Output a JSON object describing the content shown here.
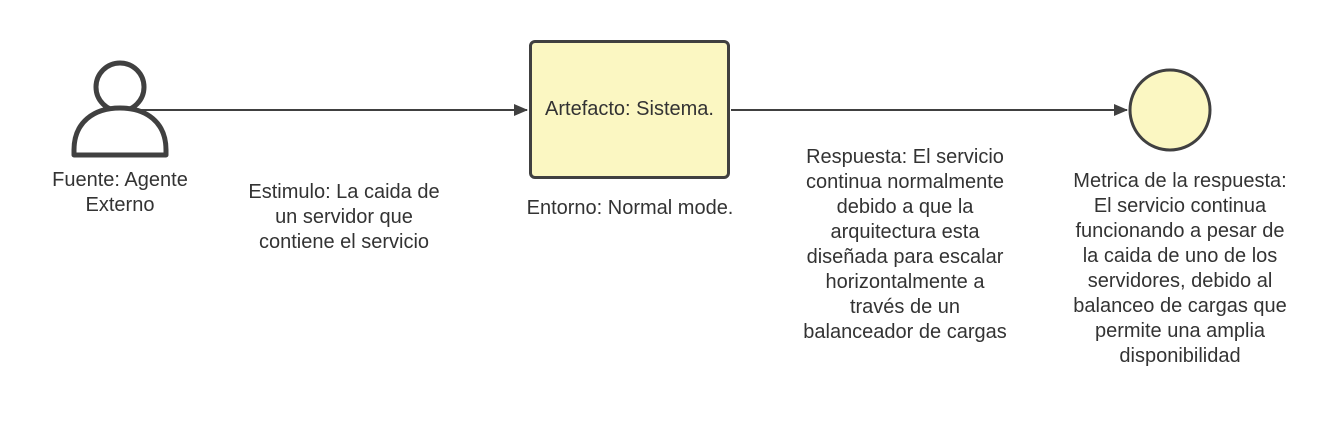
{
  "diagram": {
    "source": {
      "label_lines": [
        "Fuente: Agente",
        "Externo"
      ]
    },
    "stimulus": {
      "label_lines": [
        "Estimulo: La caida de",
        "un servidor que",
        "contiene el servicio"
      ]
    },
    "artifact": {
      "label": "Artefacto: Sistema."
    },
    "environment": {
      "label": "Entorno: Normal mode."
    },
    "response": {
      "label_lines": [
        "Respuesta: El servicio",
        "continua normalmente",
        "debido a que la",
        "arquitectura esta",
        "diseñada para escalar",
        "horizontalmente a",
        "través de un",
        "balanceador de cargas"
      ]
    },
    "response_measure": {
      "label_lines": [
        "Metrica de la respuesta:",
        "El servicio continua",
        "funcionando a pesar de",
        "la caida de uno de los",
        "servidores, debido al",
        "balanceo de cargas que",
        "permite una amplia",
        "disponibilidad"
      ]
    },
    "colors": {
      "stroke": "#404040",
      "artifact_fill": "#fbf7c2",
      "measure_fill": "#fbf7c2",
      "text": "#333333"
    },
    "icons": {
      "source": "person-icon",
      "measure": "circle-node-icon"
    }
  }
}
